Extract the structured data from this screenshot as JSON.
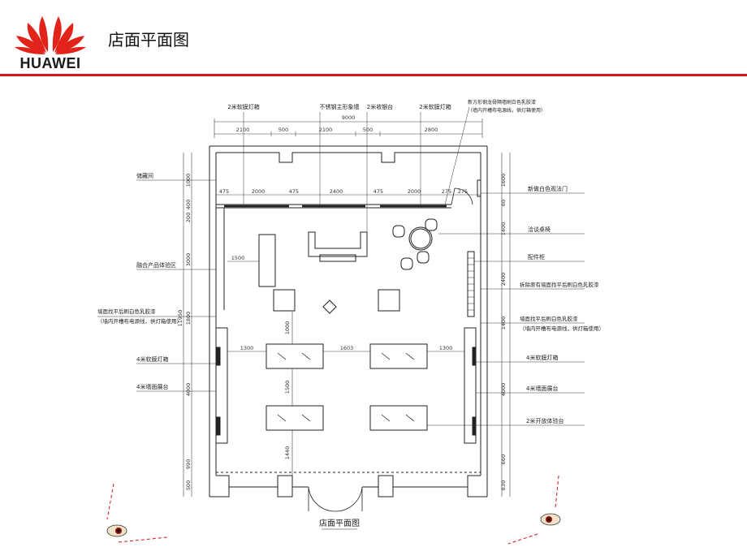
{
  "header": {
    "brand": "HUAWEI",
    "title": "店面平面图",
    "accent_color": "#d8141c"
  },
  "plan": {
    "caption": "店面平面图",
    "top_labels": {
      "lightbox_left": "2米软膜灯箱",
      "stainless_wall": "不锈钢主形象墙",
      "counter": "2米收银台",
      "lightbox_right": "2米软膜灯箱",
      "steel_frame": "新方形钢龙骨隔墙刷白色乳胶漆",
      "steel_frame_note": "（墙内开槽布电源线，供灯箱使用）"
    },
    "left_labels": {
      "storage": "储藏间",
      "product_cabinet": "融合产品体验区",
      "wall_paint": "墙面找平后刷白色乳胶漆",
      "wall_paint_note": "（墙内开槽布电源线，供灯箱使用）",
      "lightbox_4m": "4米软膜灯箱",
      "counter_4m": "4米墙面展台"
    },
    "right_labels": {
      "door": "新做白色观法门",
      "table_chairs": "洽谈桌椅",
      "rack": "配件柜",
      "partition": "拆除原有墙面找平后刷白色乳胶漆",
      "wall_paint": "墙面找平后刷白色乳胶漆",
      "wall_paint_note": "（墙内开槽布电源线，供灯箱使用）",
      "lightbox_4m": "4米软膜灯箱",
      "counter_4m": "4米墙面展台",
      "open_counter": "2米开放体验台"
    },
    "top_dimensions": {
      "total": "9000",
      "row": [
        "2100",
        "500",
        "2100",
        "500",
        "2800"
      ],
      "inner_row": [
        "475",
        "2000",
        "475",
        "2400",
        "475",
        "2000",
        "275",
        "275"
      ]
    },
    "left_dimensions": [
      "1000",
      "400",
      "200",
      "3000",
      "1800",
      "11950",
      "4000",
      "990",
      "500"
    ],
    "right_dimensions": [
      "1600",
      "60",
      "1400",
      "2400",
      "1400",
      "4000",
      "660",
      "830"
    ],
    "interior_dimensions": {
      "cabinet_width": "1500",
      "gap_left": "1300",
      "gap_mid": "1603",
      "gap_right": "1300",
      "vertical_1": "1000",
      "vertical_2": "1500",
      "vertical_3": "1440"
    }
  }
}
